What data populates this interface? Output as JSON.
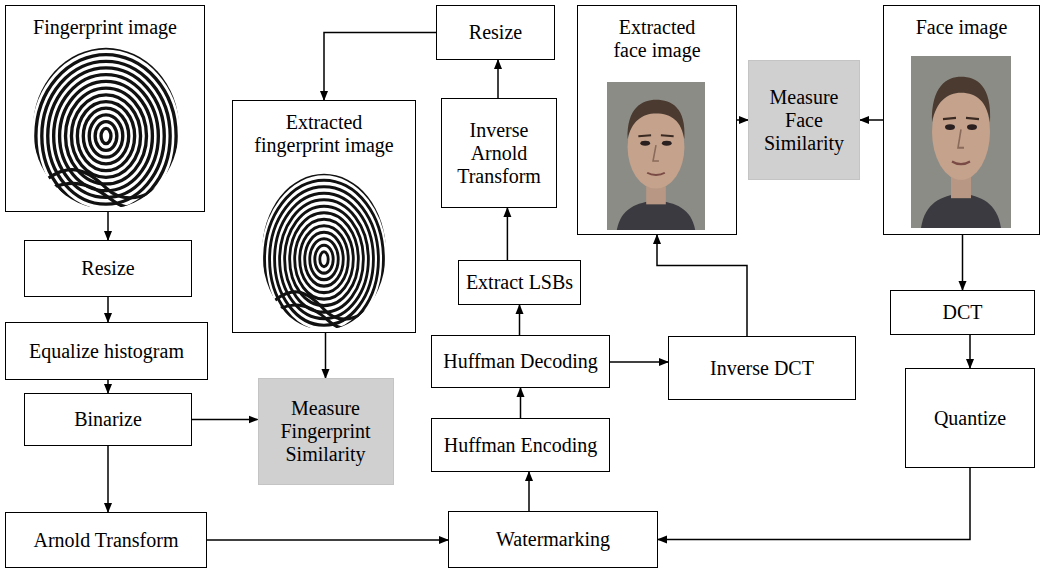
{
  "diagram": {
    "nodes": [
      {
        "text": [
          "Fingerprint image"
        ]
      },
      {
        "text": [
          "Resize"
        ]
      },
      {
        "text": [
          "Equalize histogram"
        ]
      },
      {
        "text": [
          "Binarize"
        ]
      },
      {
        "text": [
          "Arnold Transform"
        ]
      },
      {
        "text": [
          "Resize"
        ]
      },
      {
        "text": [
          "Extracted fingerprint image"
        ]
      },
      {
        "text": [
          "Measure Fingerprint Similarity"
        ]
      },
      {
        "text": [
          "Inverse Arnold Transform"
        ]
      },
      {
        "text": [
          "Extract LSBs"
        ]
      },
      {
        "text": [
          "Huffman Decoding"
        ]
      },
      {
        "text": [
          "Huffman Encoding"
        ]
      },
      {
        "text": [
          "Watermarking"
        ]
      },
      {
        "text": [
          "Extracted face image"
        ]
      },
      {
        "text": [
          "Measure Face Similarity"
        ]
      },
      {
        "text": [
          "Face image"
        ]
      },
      {
        "text": [
          "Inverse DCT"
        ]
      },
      {
        "text": [
          "DCT"
        ]
      },
      {
        "text": [
          "Quantize"
        ]
      }
    ],
    "edges": [
      {
        "from": 0,
        "to": 1,
        "arrow": "to"
      },
      {
        "from": 1,
        "to": 2,
        "arrow": "to"
      },
      {
        "from": 2,
        "to": 3,
        "arrow": "to"
      },
      {
        "from": 3,
        "to": 4,
        "arrow": "to"
      },
      {
        "from": 3,
        "to": 7,
        "arrow": "to"
      },
      {
        "from": 4,
        "to": 12,
        "arrow": "to"
      },
      {
        "from": 15,
        "to": 17,
        "arrow": "to"
      },
      {
        "from": 17,
        "to": 18,
        "arrow": "to"
      },
      {
        "from": 18,
        "to": 12,
        "arrow": "to"
      },
      {
        "from": 12,
        "to": 11,
        "arrow": "to"
      },
      {
        "from": 11,
        "to": 10,
        "arrow": "to"
      },
      {
        "from": 10,
        "to": 9,
        "arrow": "to"
      },
      {
        "from": 9,
        "to": 8,
        "arrow": "to"
      },
      {
        "from": 8,
        "to": 5,
        "arrow": "to"
      },
      {
        "from": 5,
        "to": 6,
        "arrow": "to"
      },
      {
        "from": 6,
        "to": 7,
        "arrow": "to"
      },
      {
        "from": 10,
        "to": 16,
        "arrow": "to"
      },
      {
        "from": 16,
        "to": 13,
        "arrow": "to"
      },
      {
        "from": 13,
        "to": 14,
        "arrow": "to"
      },
      {
        "from": 15,
        "to": 14,
        "arrow": "to"
      }
    ]
  }
}
